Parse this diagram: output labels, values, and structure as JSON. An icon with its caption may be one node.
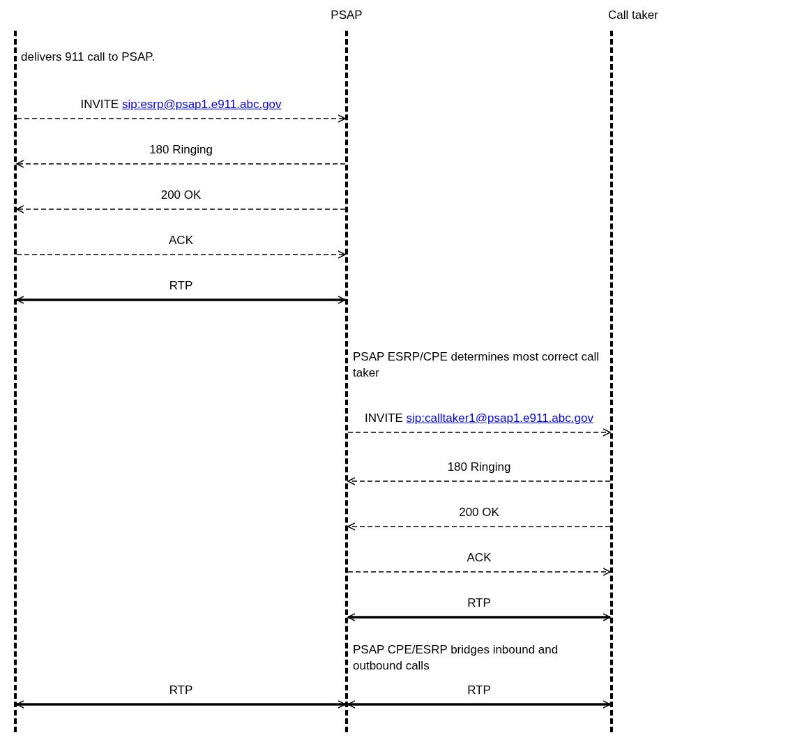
{
  "diagram": {
    "nodes": [
      {
        "text": [],
        "shape": "bar"
      },
      {
        "text": [],
        "shape": "bar",
        "beside": [
          "PSAP"
        ]
      },
      {
        "text": [],
        "shape": "bar",
        "beside": [
          "Call taker"
        ]
      }
    ],
    "edges": [
      {
        "from": 0,
        "to": 1,
        "arrow": "to",
        "label": "INVITE sip:esrp@psap1.e911.abc.gov",
        "style": "dashed"
      },
      {
        "from": 1,
        "to": 0,
        "arrow": "to",
        "label": "180 Ringing",
        "style": "dashed"
      },
      {
        "from": 1,
        "to": 0,
        "arrow": "to",
        "label": "200 OK",
        "style": "dashed"
      },
      {
        "from": 0,
        "to": 1,
        "arrow": "to",
        "label": "ACK",
        "style": "dashed"
      },
      {
        "from": 0,
        "to": 1,
        "arrow": "both",
        "label": "RTP",
        "style": "thick"
      },
      {
        "from": 1,
        "to": 2,
        "arrow": "to",
        "label": "INVITE sip:calltaker1@psap1.e911.abc.gov",
        "style": "dashed"
      },
      {
        "from": 2,
        "to": 1,
        "arrow": "to",
        "label": "180 Ringing",
        "style": "dashed"
      },
      {
        "from": 2,
        "to": 1,
        "arrow": "to",
        "label": "200 OK",
        "style": "dashed"
      },
      {
        "from": 1,
        "to": 2,
        "arrow": "to",
        "label": "ACK",
        "style": "dashed"
      },
      {
        "from": 1,
        "to": 2,
        "arrow": "both",
        "label": "RTP",
        "style": "thick"
      },
      {
        "from": 0,
        "to": 1,
        "arrow": "both",
        "label": "RTP",
        "style": "thick"
      },
      {
        "from": 1,
        "to": 2,
        "arrow": "both",
        "label": "RTP",
        "style": "thick"
      }
    ],
    "labels": [
      "delivers 911 call to PSAP.",
      "PSAP ESRP/CPE determines most correct call taker",
      "PSAP CPE/ESRP bridges inbound and outbound calls"
    ]
  }
}
